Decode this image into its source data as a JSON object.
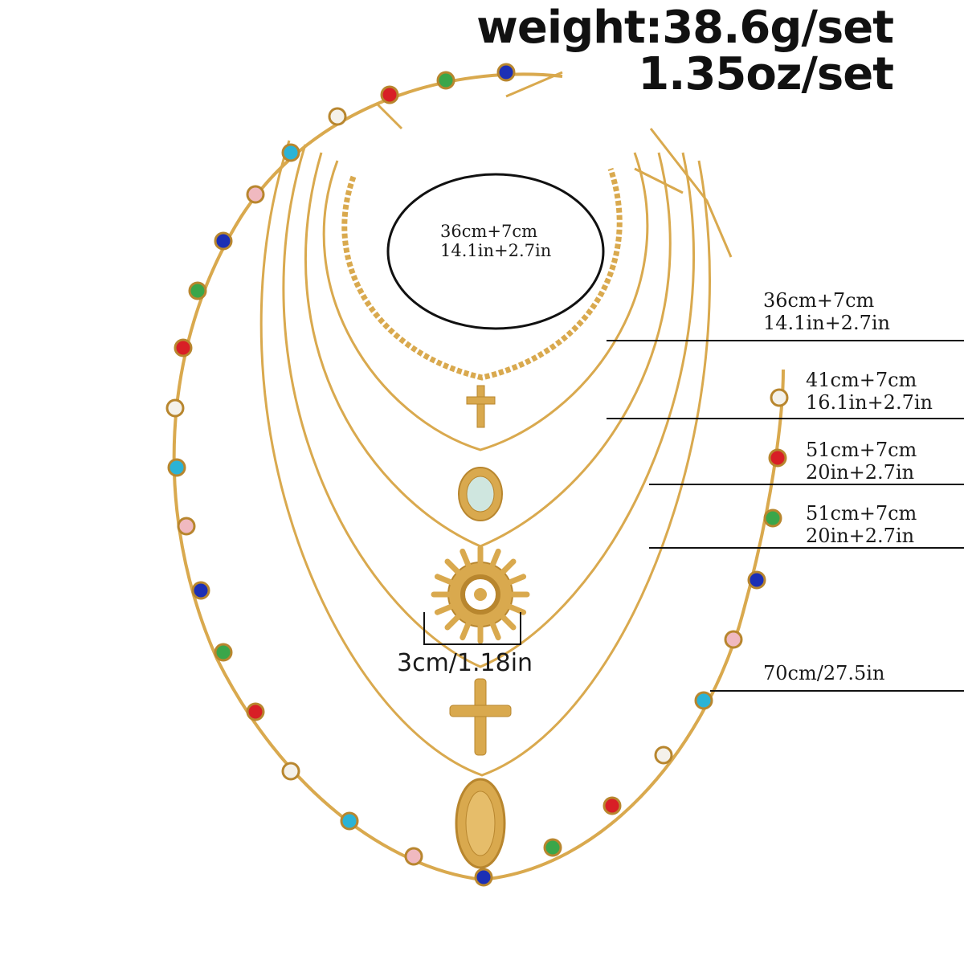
{
  "weight": {
    "line1": "weight:38.6g/set",
    "line2": "1.35oz/set"
  },
  "circle_callout": {
    "line1": "36cm+7cm",
    "line2": "14.1in+2.7in"
  },
  "length_labels": [
    {
      "line1": "36cm+7cm",
      "line2": "14.1in+2.7in"
    },
    {
      "line1": "41cm+7cm",
      "line2": "16.1in+2.7in"
    },
    {
      "line1": "51cm+7cm",
      "line2": "20in+2.7in"
    },
    {
      "line1": "51cm+7cm",
      "line2": "20in+2.7in"
    },
    {
      "line1": "70cm/27.5in",
      "line2": ""
    }
  ],
  "pendant_size": "3cm/1.18in",
  "colors": {
    "gold": "#d9a94e",
    "gold_dark": "#b8862e",
    "gem_red": "#d81f26",
    "gem_green": "#3aa64a",
    "gem_blue": "#1c2fb5",
    "gem_cyan": "#2bb3d6",
    "gem_pink": "#f0b9c0",
    "gem_clear": "#f4f1ea"
  }
}
